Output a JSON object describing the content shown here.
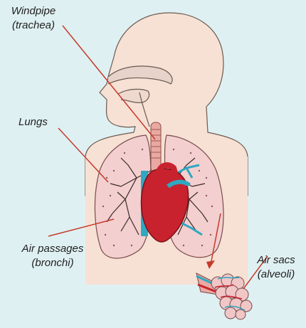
{
  "labels": {
    "windpipe": {
      "line1": "Windpipe",
      "line2": "(trachea)"
    },
    "lungs": {
      "line1": "Lungs"
    },
    "bronchi": {
      "line1": "Air passages",
      "line2": "(bronchi)"
    },
    "alveoli": {
      "line1": "Air sacs",
      "line2": "(alveoli)"
    }
  },
  "colors": {
    "background": "#dff0f2",
    "skin": "#f6e1d4",
    "skin_outline": "#6b5a52",
    "lung_fill": "#f3cfcf",
    "heart": "#c8222e",
    "vessel_blue": "#2fa8c2",
    "pointer_line": "#c63a2b",
    "trachea": "#e9a9a2"
  }
}
